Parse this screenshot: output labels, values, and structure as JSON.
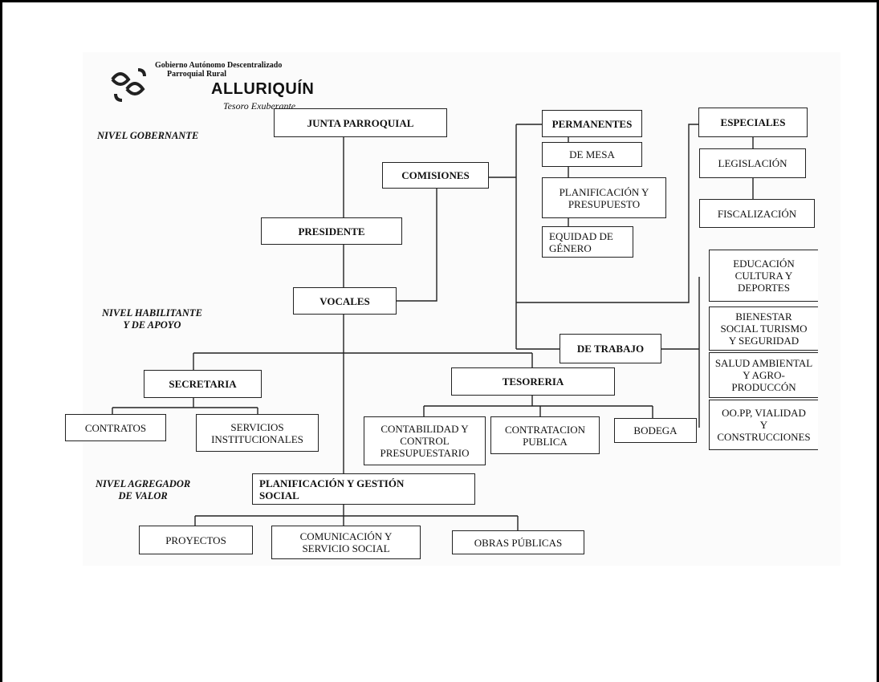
{
  "header": {
    "line1": "Gobierno Autónomo Descentralizado",
    "line2": "Parroquial Rural",
    "name": "ALLURIQUÍN",
    "tagline": "Tesoro Exuberante"
  },
  "levels": {
    "gobernante": "NIVEL GOBERNANTE",
    "habilitante": "NIVEL HABILITANTE\nY DE APOYO",
    "agregador": "NIVEL AGREGADOR\nDE VALOR"
  },
  "nodes": {
    "junta": "JUNTA PARROQUIAL",
    "comisiones": "COMISIONES",
    "presidente": "PRESIDENTE",
    "vocales": "VOCALES",
    "permanentes": "PERMANENTES",
    "de_mesa": "DE MESA",
    "planificacion_presupuesto": "PLANIFICACIÓN Y\nPRESUPUESTO",
    "equidad": "EQUIDAD DE\nGÉNERO",
    "especiales": "ESPECIALES",
    "legislacion": "LEGISLACIÓN",
    "fiscalizacion": "FISCALIZACIÓN",
    "de_trabajo": "DE TRABAJO",
    "educacion": "EDUCACIÓN\nCULTURA Y\nDEPORTES",
    "bienestar": "BIENESTAR\nSOCIAL TURISMO\nY SEGURIDAD",
    "salud": "SALUD AMBIENTAL\nY AGRO-\nPRODUCCÓN",
    "oopp": "OO.PP, VIALIDAD\nY\nCONSTRUCCIONES",
    "secretaria": "SECRETARIA",
    "contratos": "CONTRATOS",
    "servicios": "SERVICIOS\nINSTITUCIONALES",
    "tesoreria": "TESORERIA",
    "contabilidad": "CONTABILIDAD Y\nCONTROL\nPRESUPUESTARIO",
    "contratacion": "CONTRATACION\nPUBLICA",
    "bodega": "BODEGA",
    "planificacion_gestion": "PLANIFICACIÓN Y GESTIÓN\nSOCIAL",
    "proyectos": "PROYECTOS",
    "comunicacion": "COMUNICACIÓN Y\nSERVICIO SOCIAL",
    "obras": "OBRAS PÚBLICAS"
  }
}
